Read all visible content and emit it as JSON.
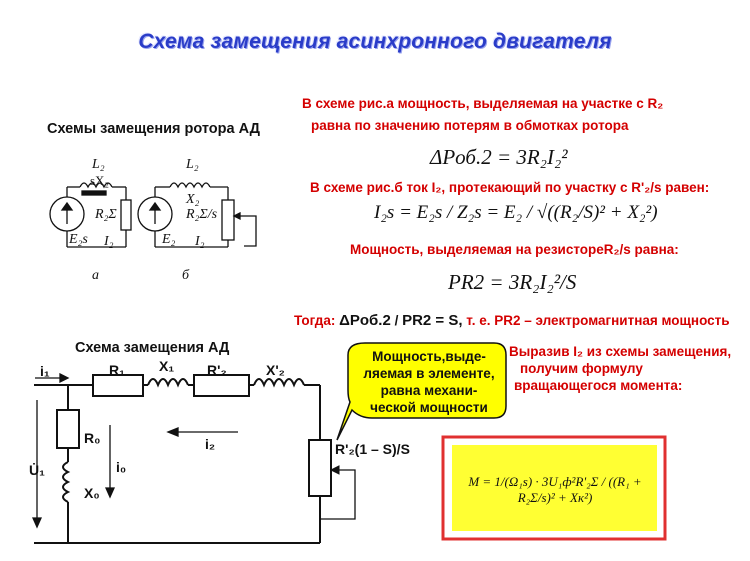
{
  "title": "Схема замещения асинхронного двигателя",
  "left": {
    "rotor_heading": "Схемы замещения ротора АД",
    "fig_a": {
      "L": "L₂",
      "sX": "sX₂",
      "R": "R₂Σ",
      "E": "E₂s",
      "I": "I₂",
      "caption": "а"
    },
    "fig_b": {
      "L": "L₂",
      "X": "X₂",
      "R": "R₂Σ/s",
      "E": "E₂",
      "I": "I₂",
      "caption": "б"
    }
  },
  "right": {
    "text1": "В схеме рис.а мощность, выделяемая на участке с R₂",
    "text2": "равна по значению потерям в обмотках ротора",
    "formula1": "ΔPоб.2 = 3R₂I₂²",
    "text3": "В схеме рис.б ток I₂, протекающий по участку с R'₂/s равен:",
    "formula2": "I₂s = E₂s / Z₂s = E₂ / √((R₂/S)² + X₂²)",
    "text4": "Мощность, выделяемая на резистореR₂/s равна:",
    "formula3": "PR2 = 3R₂I₂²/S",
    "text5_pre": "Тогда: ",
    "text5_a": "ΔPоб.2",
    "text5_slash": " / ",
    "text5_b": "PR2 = S,",
    "text5_post": " т. е. PR2 – электромагнитная мощность"
  },
  "circuit": {
    "heading": "Схема замещения АД",
    "i1": "i₁",
    "R1": "R₁",
    "X1": "X₁",
    "R2p": "R'₂",
    "X2p": "X'₂",
    "R0": "R₀",
    "X0": "X₀",
    "i0": "i₀",
    "i2": "i₂",
    "U1": "U̇₁",
    "load": "R'₂(1 – S)/S"
  },
  "bubble": {
    "line1": "Мощность,выде-",
    "line2": "ляемая в элементе,",
    "line3": "равна механи-",
    "line4": "ческой мощности"
  },
  "note": {
    "line1": "Выразив I₂ из схемы замещения,",
    "line2": "получим формулу",
    "line3": "вращающегося момента:"
  },
  "torque_formula": "M = 1/(Ω₁s) · 3U₁ф²R'₂Σ / ((R₁ + R₂Σ/s)² + Xк²)",
  "colors": {
    "title": "#2a3cc8",
    "red": "#d40000",
    "bubble": "#ffff00",
    "formula_box": "#ffff33",
    "box_border": "#e03030"
  }
}
